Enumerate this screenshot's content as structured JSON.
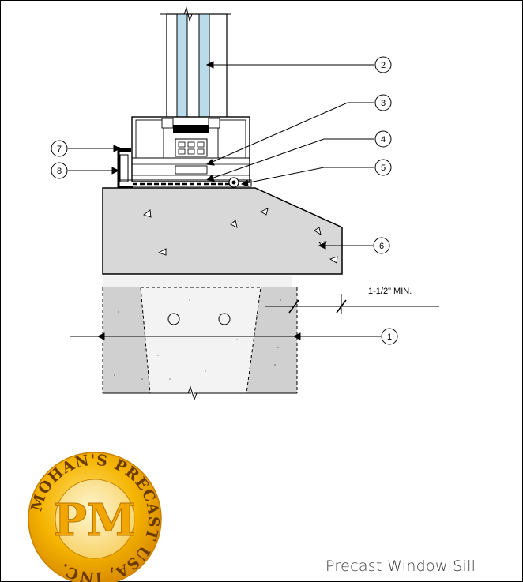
{
  "drawing": {
    "title": "Precast Window Sill",
    "dimension_label": "1-1/2\" MIN.",
    "callouts": [
      "1",
      "2",
      "3",
      "4",
      "5",
      "6",
      "7",
      "8"
    ]
  },
  "logo": {
    "ring_text": "MOHAN'S PRECAST USA, INC.",
    "monogram": "PM"
  },
  "colors": {
    "precast": "#d8d8d8",
    "masonry": "#cfcfcf",
    "core_fill": "#f4f4f4",
    "glass": "#b9dbea",
    "gold": "#f2a900",
    "gold_light": "#ffd34d",
    "line": "#000000"
  }
}
